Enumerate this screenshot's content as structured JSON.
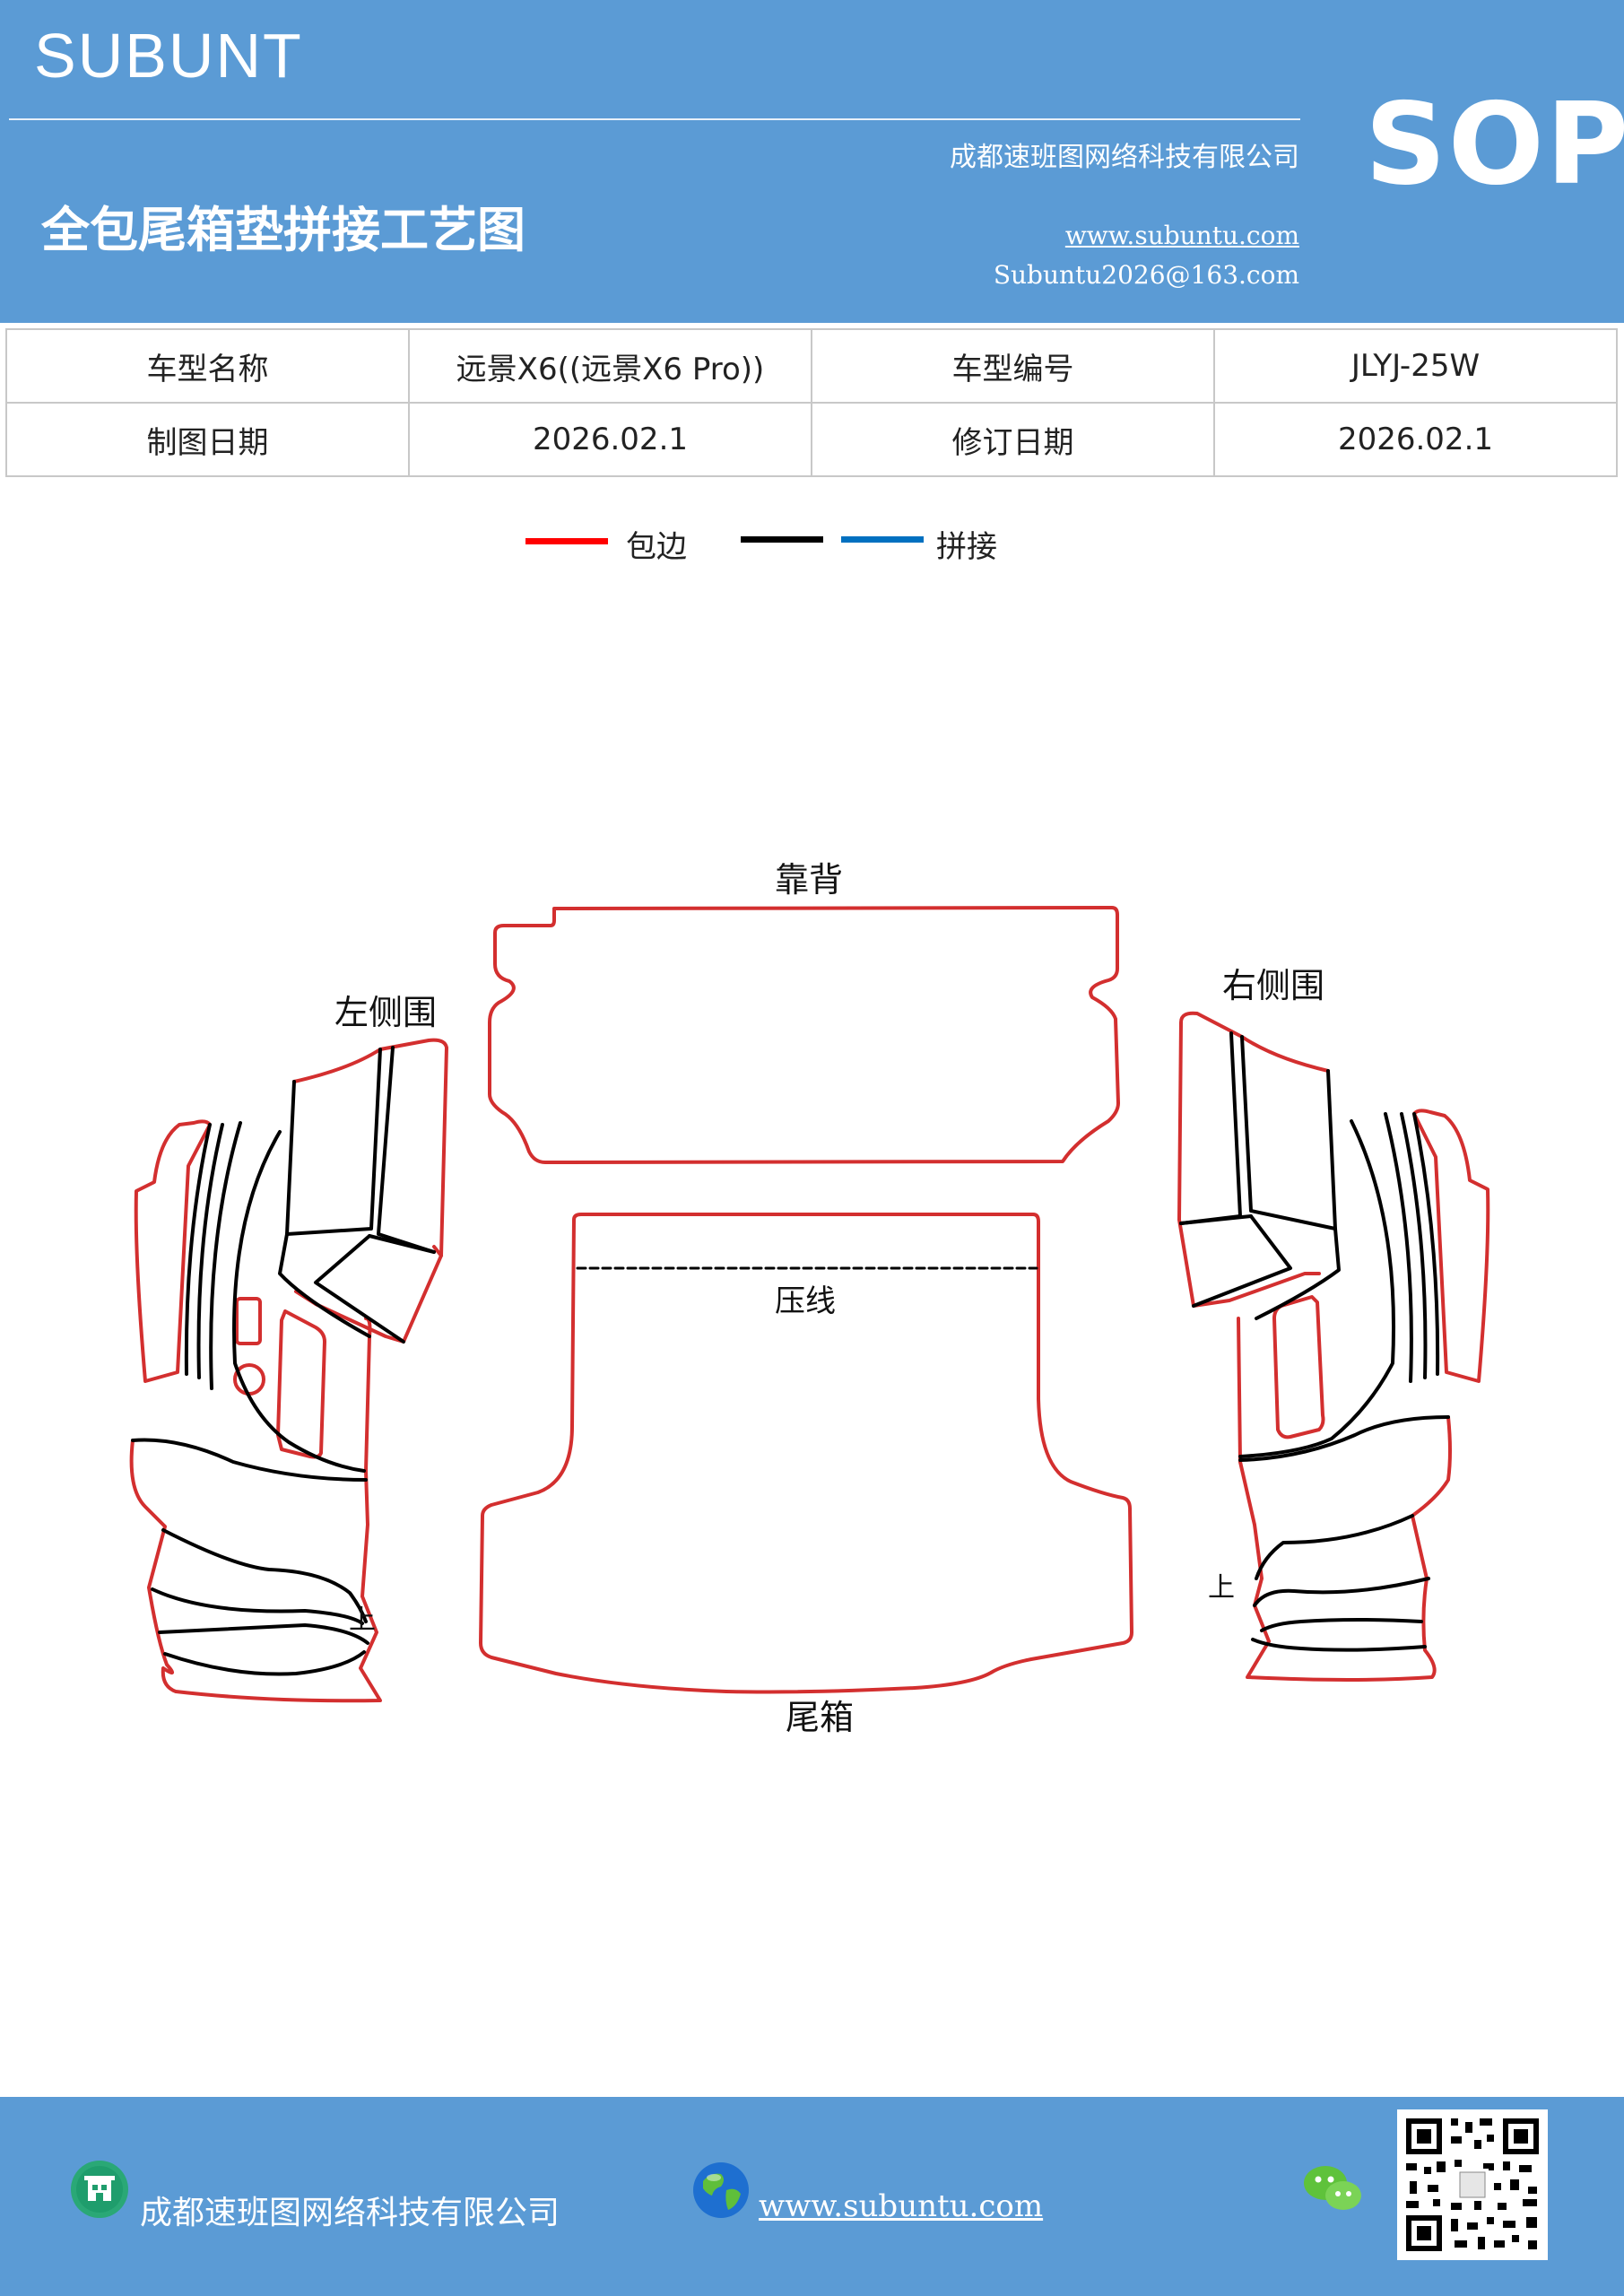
{
  "header": {
    "brand": "SUBUNT",
    "company": "成都速班图网络科技有限公司",
    "title": "全包尾箱垫拼接工艺图",
    "website": "www.subuntu.com",
    "email": "Subuntu2026@163.com",
    "badge": "SOP"
  },
  "info_table": {
    "rows": [
      [
        "车型名称",
        "远景X6((远景X6  Pro))",
        "车型编号",
        "JLYJ-25W"
      ],
      [
        "制图日期",
        "2026.02.1",
        "修订日期",
        "2026.02.1"
      ]
    ]
  },
  "legend": {
    "items": [
      {
        "label": "包边",
        "color": "#ff0000"
      },
      {
        "label": "",
        "color": "#000000"
      },
      {
        "label": "拼接",
        "color": "#0070c0"
      }
    ]
  },
  "diagram": {
    "labels": {
      "backrest": "靠背",
      "left_side": "左侧围",
      "right_side": "右侧围",
      "crease": "压线",
      "trunk": "尾箱",
      "left_up": "上",
      "right_up": "上"
    },
    "colors": {
      "edge": "#d32f2f",
      "seam": "#000000"
    }
  },
  "footer": {
    "company": "成都速班图网络科技有限公司",
    "website": "www.subuntu.com",
    "icons": [
      "building-icon",
      "globe-icon",
      "wechat-icon",
      "qr-code-icon"
    ]
  }
}
